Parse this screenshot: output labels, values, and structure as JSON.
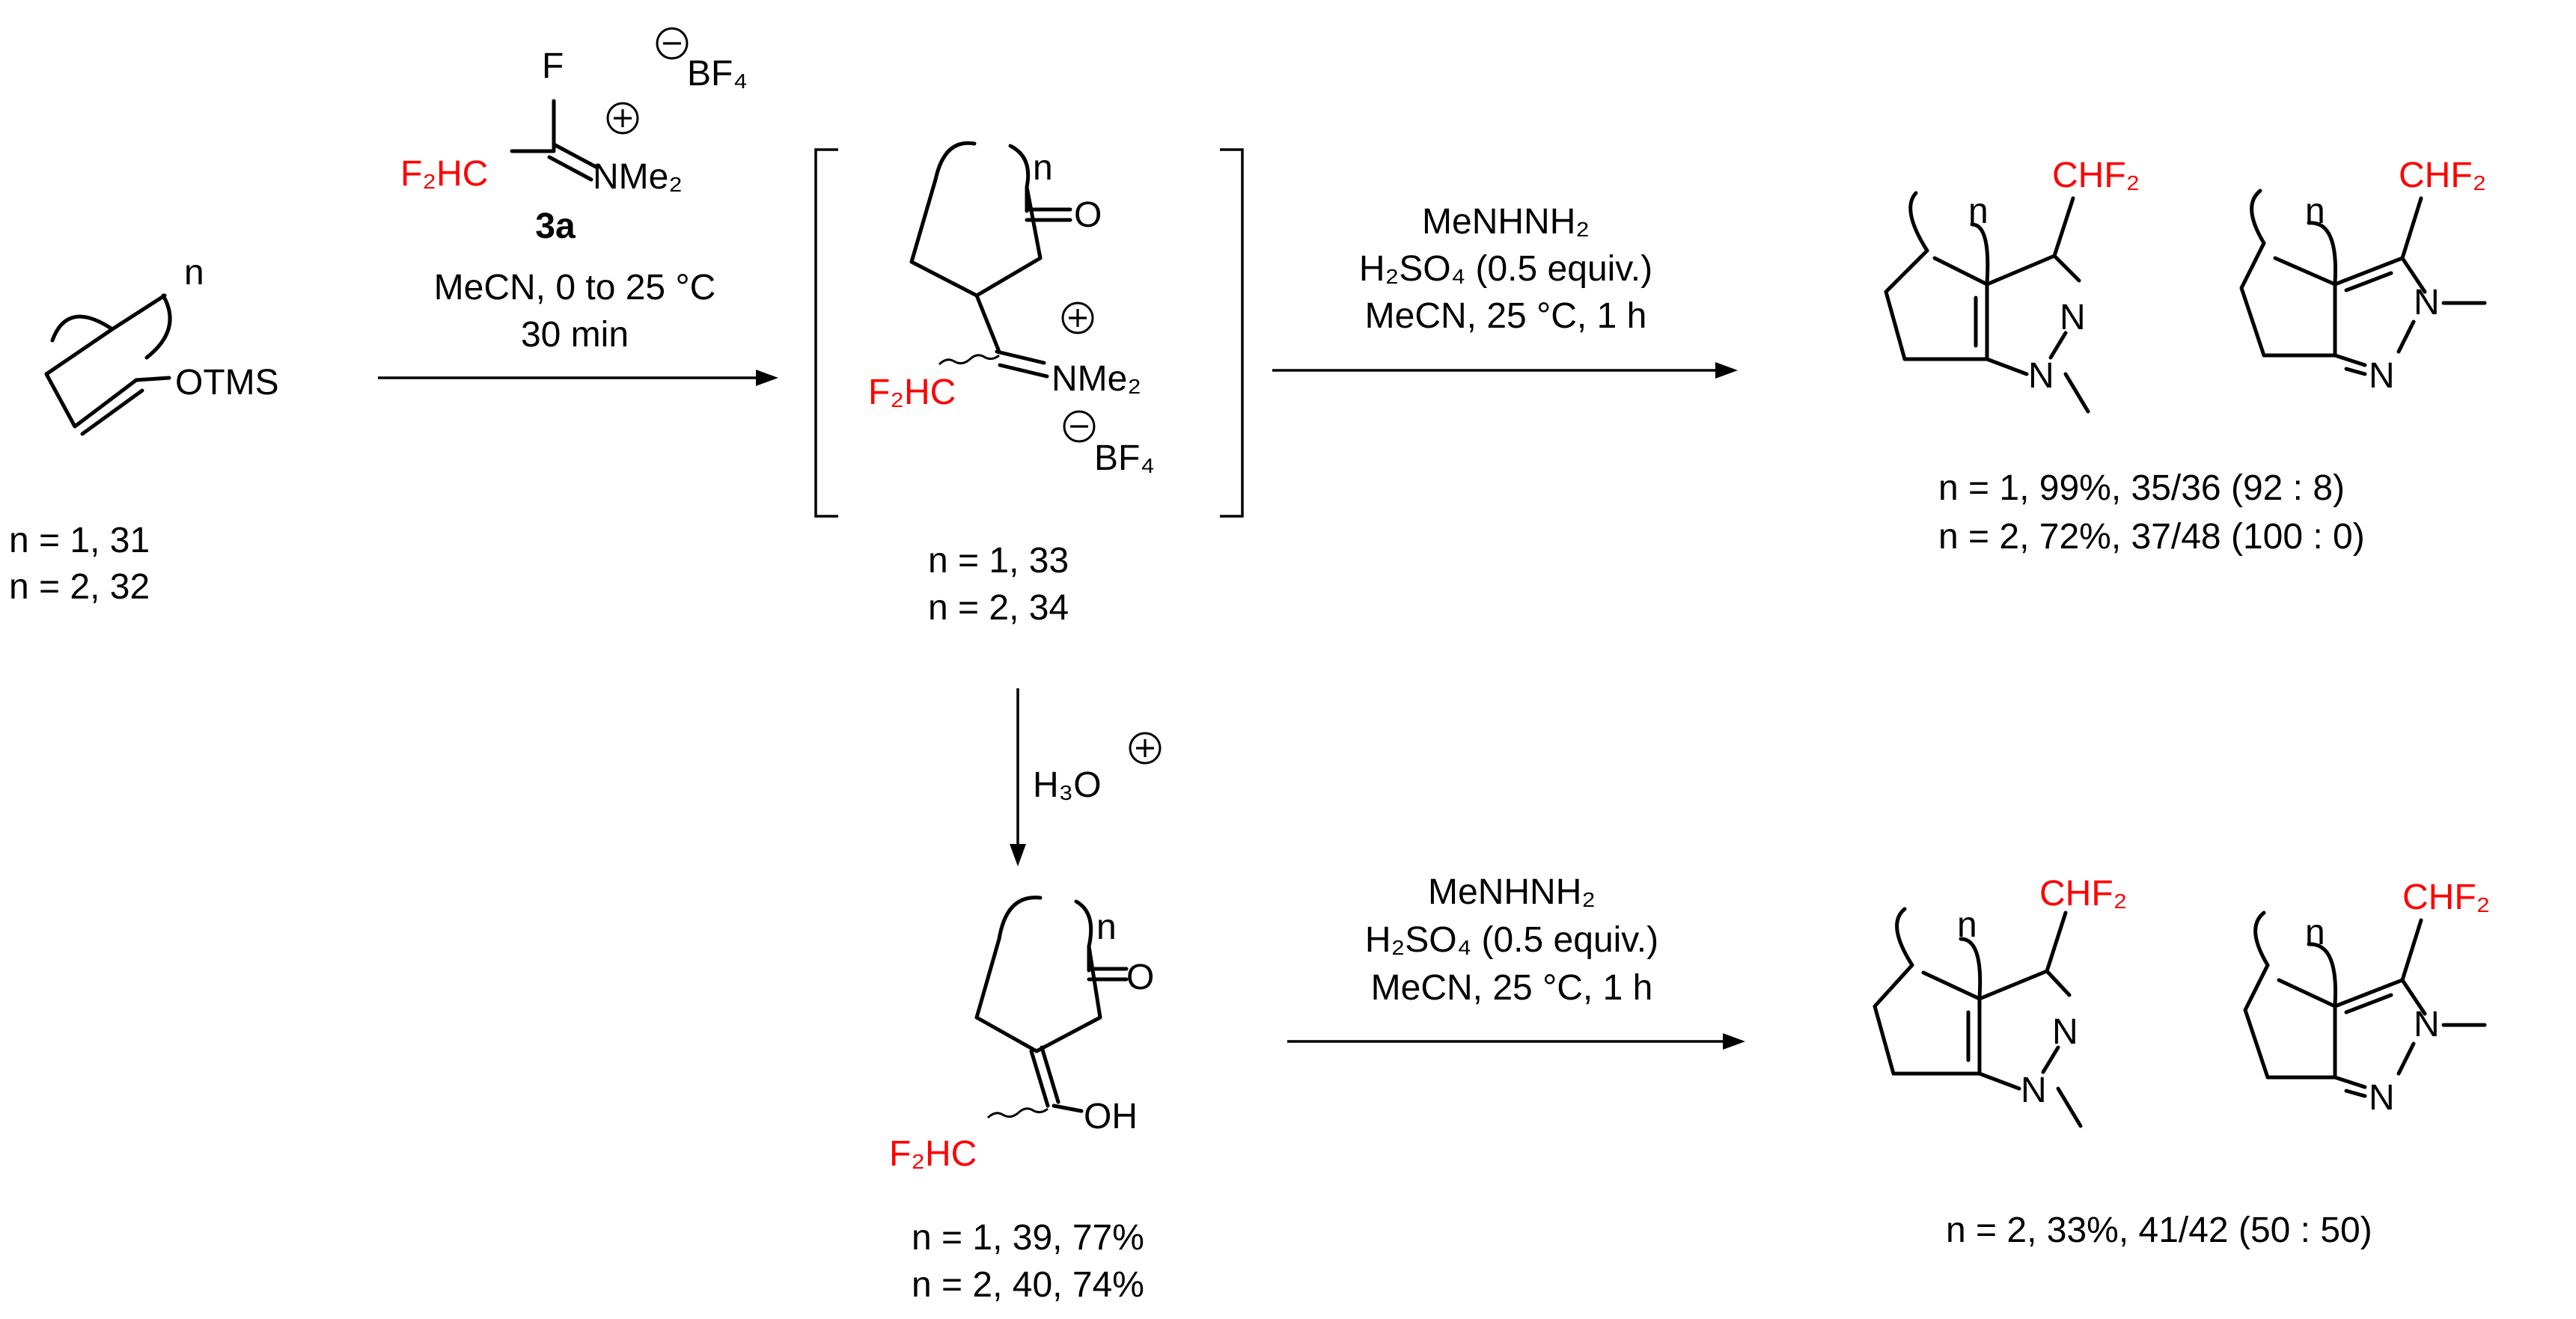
{
  "reagent": {
    "atom_f": "F",
    "atom_f2hc": "F₂HC",
    "atom_nme2": "NMe₂",
    "counterion": "BF₄",
    "label": "3a"
  },
  "starting_material": {
    "group": "OTMS",
    "ring_n": "n",
    "label_line1": "n = 1, 31",
    "label_line2": "n = 2, 32"
  },
  "step1_conditions": {
    "line1": "MeCN, 0 to 25 °C",
    "line2": "30 min"
  },
  "intermediate": {
    "atom_o": "O",
    "atom_f2hc": "F₂HC",
    "atom_nme2": "NMe₂",
    "counterion": "BF₄",
    "ring_n": "n",
    "label_line1": "n = 1, 33",
    "label_line2": "n = 2, 34"
  },
  "step2_conditions": {
    "line1": "MeNHNH₂",
    "line2": "H₂SO₄ (0.5 equiv.)",
    "line3": "MeCN, 25 °C, 1 h"
  },
  "products_top": {
    "group": "CHF₂",
    "atom_n": "N",
    "ring_n": "n",
    "result_line1": "n = 1, 99%, 35/36 (92 : 8)",
    "result_line2": "n = 2, 72%, 37/48 (100 : 0)"
  },
  "hydrolysis": {
    "reagent": "H₃O"
  },
  "enol": {
    "atom_o": "O",
    "atom_oh": "OH",
    "atom_f2hc": "F₂HC",
    "ring_n": "n",
    "label_line1": "n = 1, 39, 77%",
    "label_line2": "n = 2, 40, 74%"
  },
  "step3_conditions": {
    "line1": "MeNHNH₂",
    "line2": "H₂SO₄ (0.5 equiv.)",
    "line3": "MeCN, 25 °C, 1 h"
  },
  "products_bottom": {
    "group": "CHF₂",
    "atom_n": "N",
    "ring_n": "n",
    "result_line1": "n = 2, 33%, 41/42 (50 : 50)"
  },
  "colors": {
    "highlight": "#ff0000",
    "ink": "#000000"
  }
}
